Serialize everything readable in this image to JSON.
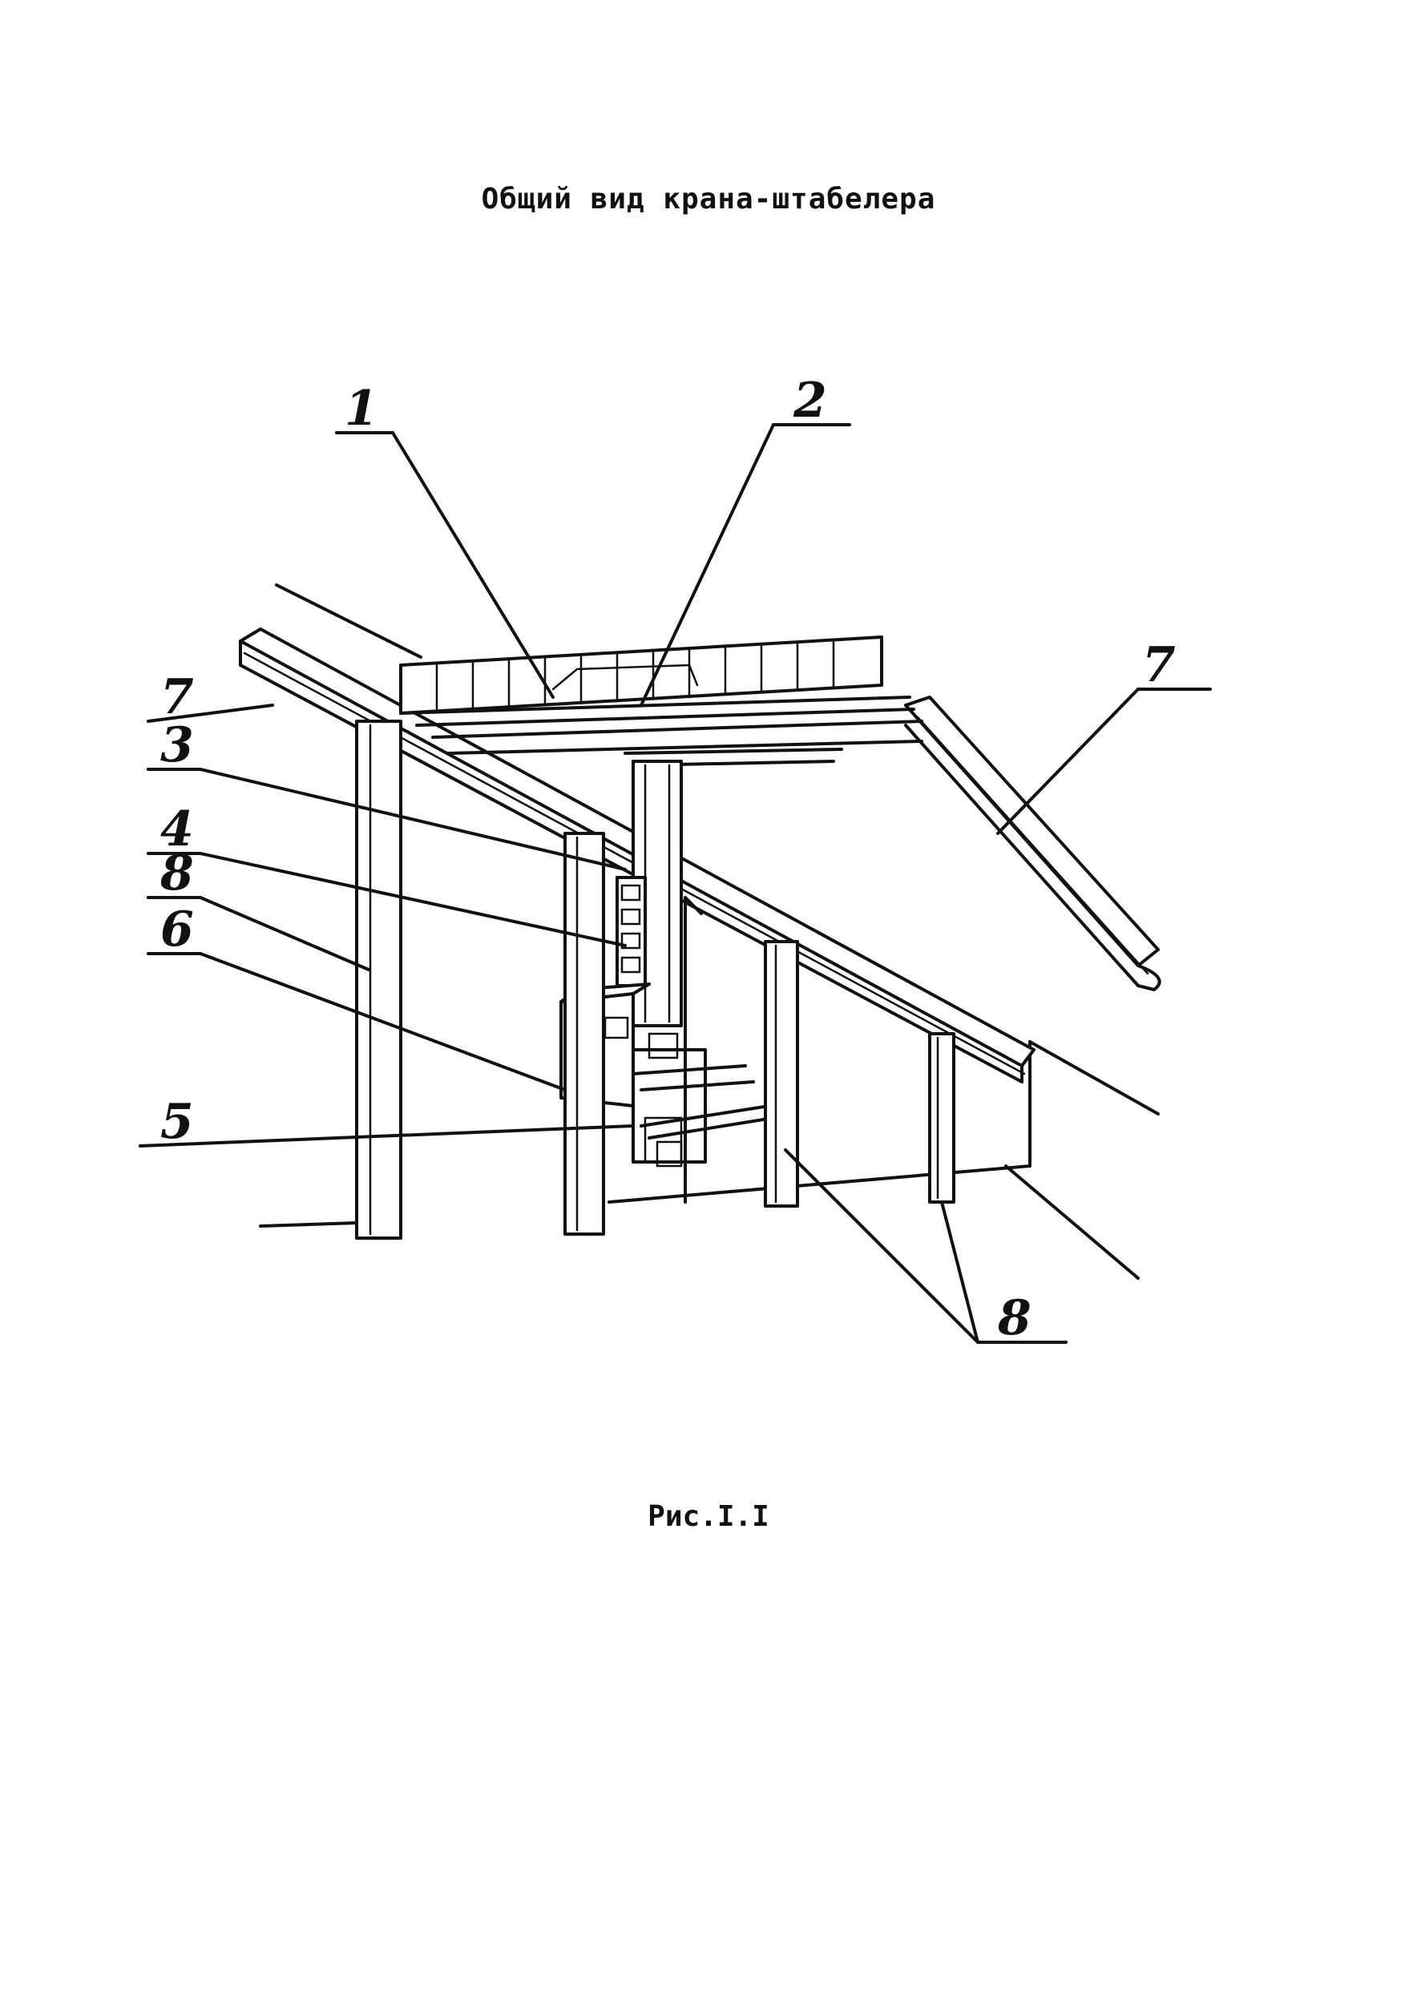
{
  "title": "Общий вид крана-штабелера",
  "caption": "Рис.I.I",
  "callouts": {
    "c1": "1",
    "c2": "2",
    "c3": "3",
    "c4": "4",
    "c5": "5",
    "c6": "6",
    "c7_left": "7",
    "c7_right": "7",
    "c8_left": "8",
    "c8_bottom": "8"
  }
}
